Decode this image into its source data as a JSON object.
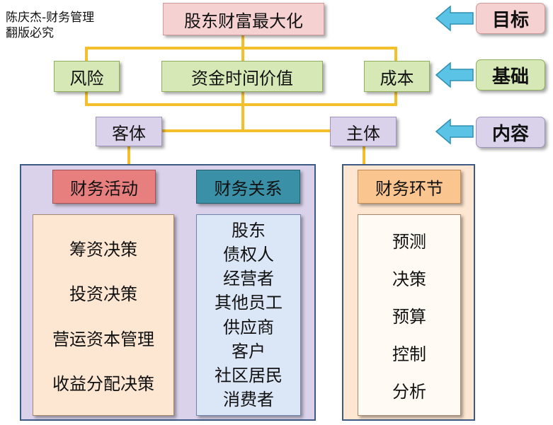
{
  "watermark": [
    "陈庆杰-财务管理",
    "翻版必究"
  ],
  "goal": "股东财富最大化",
  "basis": {
    "risk": "风险",
    "time_value": "资金时间价值",
    "cost": "成本"
  },
  "content": {
    "object": "客体",
    "subject": "主体"
  },
  "tags": {
    "goal": "目标",
    "basis": "基础",
    "content": "内容"
  },
  "financial_activities": {
    "title": "财务活动",
    "items": [
      "筹资决策",
      "投资决策",
      "营运资本管理",
      "收益分配决策"
    ]
  },
  "financial_relations": {
    "title": "财务关系",
    "items": [
      "股东",
      "债权人",
      "经营者",
      "其他员工",
      "供应商",
      "客户",
      "社区居民",
      "消费者"
    ]
  },
  "financial_stages": {
    "title": "财务环节",
    "items": [
      "预测",
      "决策",
      "预算",
      "控制",
      "分析"
    ]
  },
  "colors": {
    "connector": "#f3c02c",
    "arrow": "#5bc4e6",
    "panel_border": "#3c5a84"
  }
}
